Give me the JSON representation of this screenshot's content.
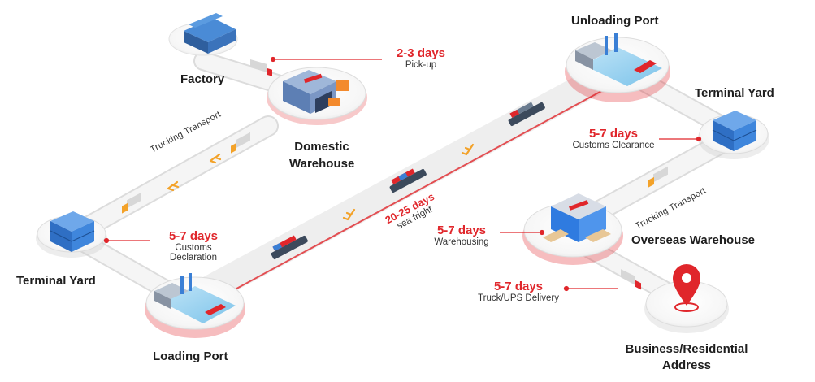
{
  "nodes": {
    "factory": "Factory",
    "domestic_warehouse": [
      "Domestic",
      "Warehouse"
    ],
    "terminal_yard_left": "Terminal Yard",
    "loading_port": "Loading Port",
    "unloading_port": "Unloading Port",
    "terminal_yard_right": "Terminal Yard",
    "overseas_warehouse": "Overseas Warehouse",
    "business_address": [
      "Business/Residential",
      "Address"
    ]
  },
  "steps": {
    "pickup": {
      "time": "2-3 days",
      "desc": "Pick-up"
    },
    "customs_declaration": {
      "time": "5-7 days",
      "desc": [
        "Customs",
        "Declaration"
      ]
    },
    "sea_freight": {
      "time": "20-25 days",
      "desc": "sea fright"
    },
    "customs_clearance": {
      "time": "5-7 days",
      "desc": "Customs Clearance"
    },
    "warehousing": {
      "time": "5-7 days",
      "desc": "Warehousing"
    },
    "delivery": {
      "time": "5-7 days",
      "desc": "Truck/UPS Delivery"
    }
  },
  "routes": {
    "trucking_left": "Trucking Transport",
    "trucking_right": "Trucking Transport"
  },
  "icons": [
    "factory-icon",
    "warehouse-icon",
    "container-stack-icon",
    "port-icon",
    "cargo-ship-icon",
    "truck-icon",
    "location-pin-icon",
    "chevron-arrows-icon"
  ],
  "colors": {
    "accent": "#e0262b",
    "road": "#f3f3f3",
    "container_blue": "#3a7fd5",
    "text": "#1e1e1e"
  }
}
